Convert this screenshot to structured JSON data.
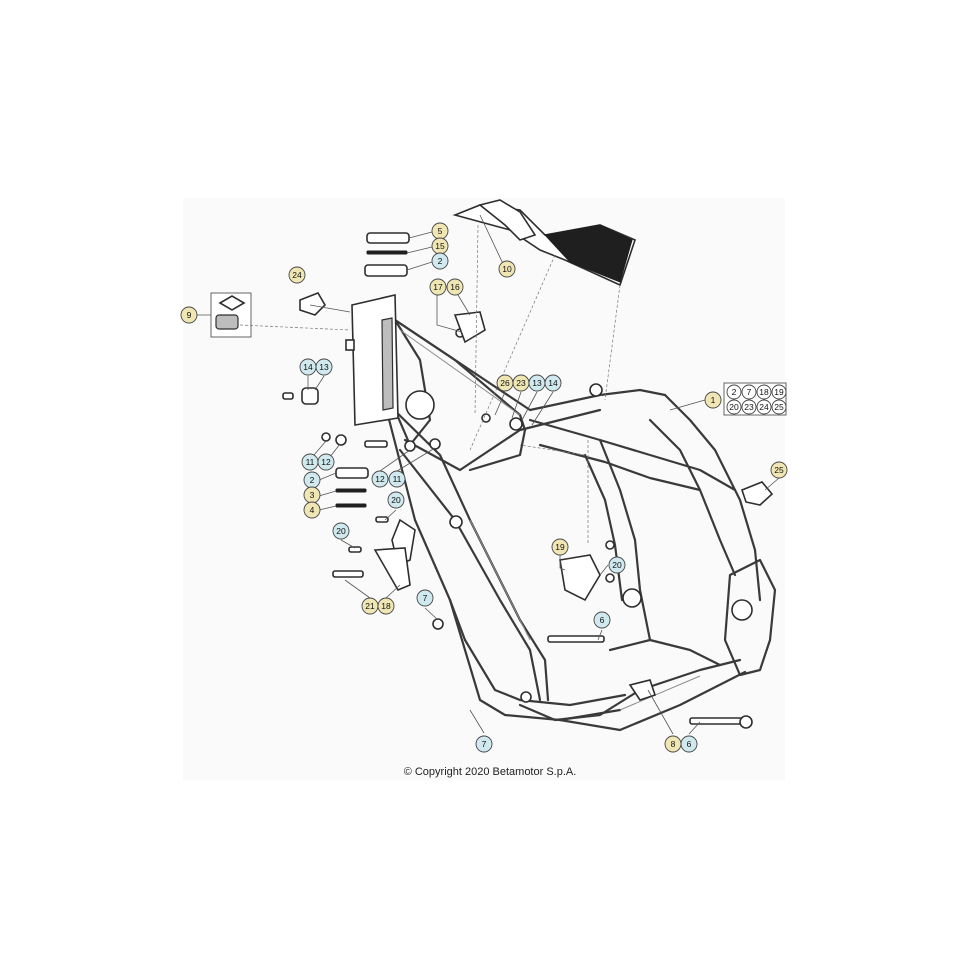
{
  "copyright": "© Copyright 2020 Betamotor S.p.A.",
  "colors": {
    "yellow_callout": "#efe6b4",
    "blue_callout": "#cfe9ee",
    "panel": "#fafafa"
  },
  "callouts": [
    {
      "id": "c5",
      "label": "5",
      "tone": "yellow"
    },
    {
      "id": "c15",
      "label": "15",
      "tone": "yellow"
    },
    {
      "id": "c2a",
      "label": "2",
      "tone": "blue"
    },
    {
      "id": "c24",
      "label": "24",
      "tone": "yellow"
    },
    {
      "id": "c9",
      "label": "9",
      "tone": "yellow"
    },
    {
      "id": "c17",
      "label": "17",
      "tone": "yellow"
    },
    {
      "id": "c16",
      "label": "16",
      "tone": "yellow"
    },
    {
      "id": "c10",
      "label": "10",
      "tone": "yellow"
    },
    {
      "id": "c14a",
      "label": "14",
      "tone": "blue"
    },
    {
      "id": "c13a",
      "label": "13",
      "tone": "blue"
    },
    {
      "id": "c26",
      "label": "26",
      "tone": "yellow"
    },
    {
      "id": "c23",
      "label": "23",
      "tone": "yellow"
    },
    {
      "id": "c13b",
      "label": "13",
      "tone": "blue"
    },
    {
      "id": "c14b",
      "label": "14",
      "tone": "blue"
    },
    {
      "id": "c1",
      "label": "1",
      "tone": "yellow"
    },
    {
      "id": "c11a",
      "label": "11",
      "tone": "blue"
    },
    {
      "id": "c12a",
      "label": "12",
      "tone": "blue"
    },
    {
      "id": "c2b",
      "label": "2",
      "tone": "blue"
    },
    {
      "id": "c3",
      "label": "3",
      "tone": "yellow"
    },
    {
      "id": "c4",
      "label": "4",
      "tone": "yellow"
    },
    {
      "id": "c12b",
      "label": "12",
      "tone": "blue"
    },
    {
      "id": "c11b",
      "label": "11",
      "tone": "blue"
    },
    {
      "id": "c20a",
      "label": "20",
      "tone": "blue"
    },
    {
      "id": "c20b",
      "label": "20",
      "tone": "blue"
    },
    {
      "id": "c19",
      "label": "19",
      "tone": "yellow"
    },
    {
      "id": "c20c",
      "label": "20",
      "tone": "blue"
    },
    {
      "id": "c21",
      "label": "21",
      "tone": "yellow"
    },
    {
      "id": "c18",
      "label": "18",
      "tone": "yellow"
    },
    {
      "id": "c7a",
      "label": "7",
      "tone": "blue"
    },
    {
      "id": "c6a",
      "label": "6",
      "tone": "blue"
    },
    {
      "id": "c25",
      "label": "25",
      "tone": "yellow"
    },
    {
      "id": "c7b",
      "label": "7",
      "tone": "blue"
    },
    {
      "id": "c8",
      "label": "8",
      "tone": "yellow"
    },
    {
      "id": "c6b",
      "label": "6",
      "tone": "blue"
    }
  ],
  "kit_box": {
    "row1": [
      "2",
      "7",
      "18",
      "19"
    ],
    "row2": [
      "20",
      "23",
      "24",
      "25"
    ]
  }
}
